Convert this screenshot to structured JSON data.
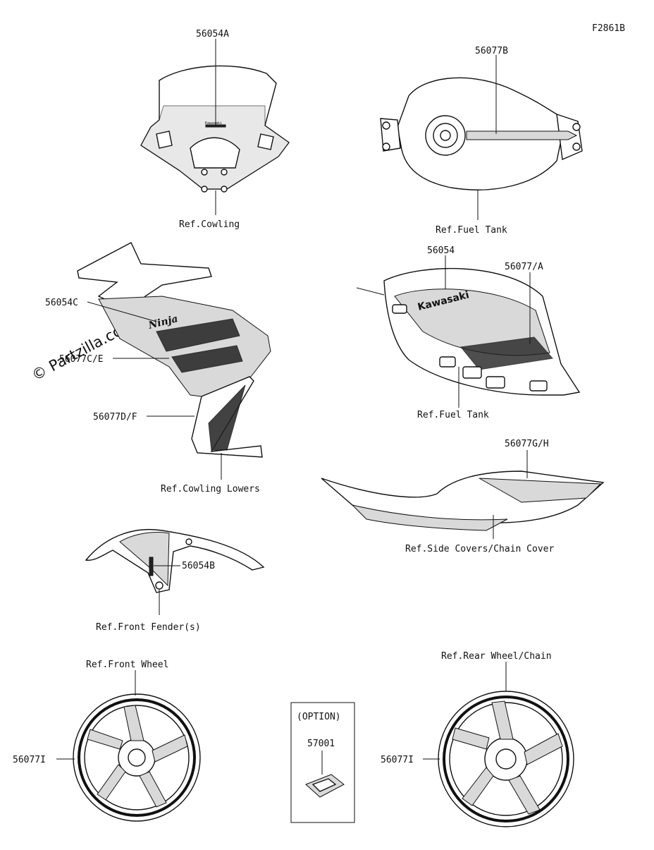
{
  "diagram_code": "F2861B",
  "watermark": "© Partzilla.com",
  "labels": {
    "windshield_part": "56054A",
    "windshield_ref": "Ref.Cowling",
    "tank_top_part": "56077B",
    "tank_top_ref": "Ref.Fuel Tank",
    "tank_side_part1": "56054",
    "tank_side_part2": "56077/A",
    "tank_side_ref": "Ref.Fuel Tank",
    "cowl_part1": "56054C",
    "cowl_part2": "56077C/E",
    "cowl_part3": "56077D/F",
    "cowl_ref": "Ref.Cowling Lowers",
    "sidecover_part": "56077G/H",
    "sidecover_ref": "Ref.Side Covers/Chain Cover",
    "fender_part": "56054B",
    "fender_ref": "Ref.Front Fender(s)",
    "front_wheel_ref": "Ref.Front Wheel",
    "front_wheel_part": "56077I",
    "rear_wheel_ref": "Ref.Rear Wheel/Chain",
    "rear_wheel_part": "56077I",
    "option_title": "(OPTION)",
    "option_part": "57001"
  },
  "decals": {
    "windshield_brand": "Kawasaki",
    "tank_brand": "Kawasaki",
    "cowl_model": "Ninja"
  }
}
